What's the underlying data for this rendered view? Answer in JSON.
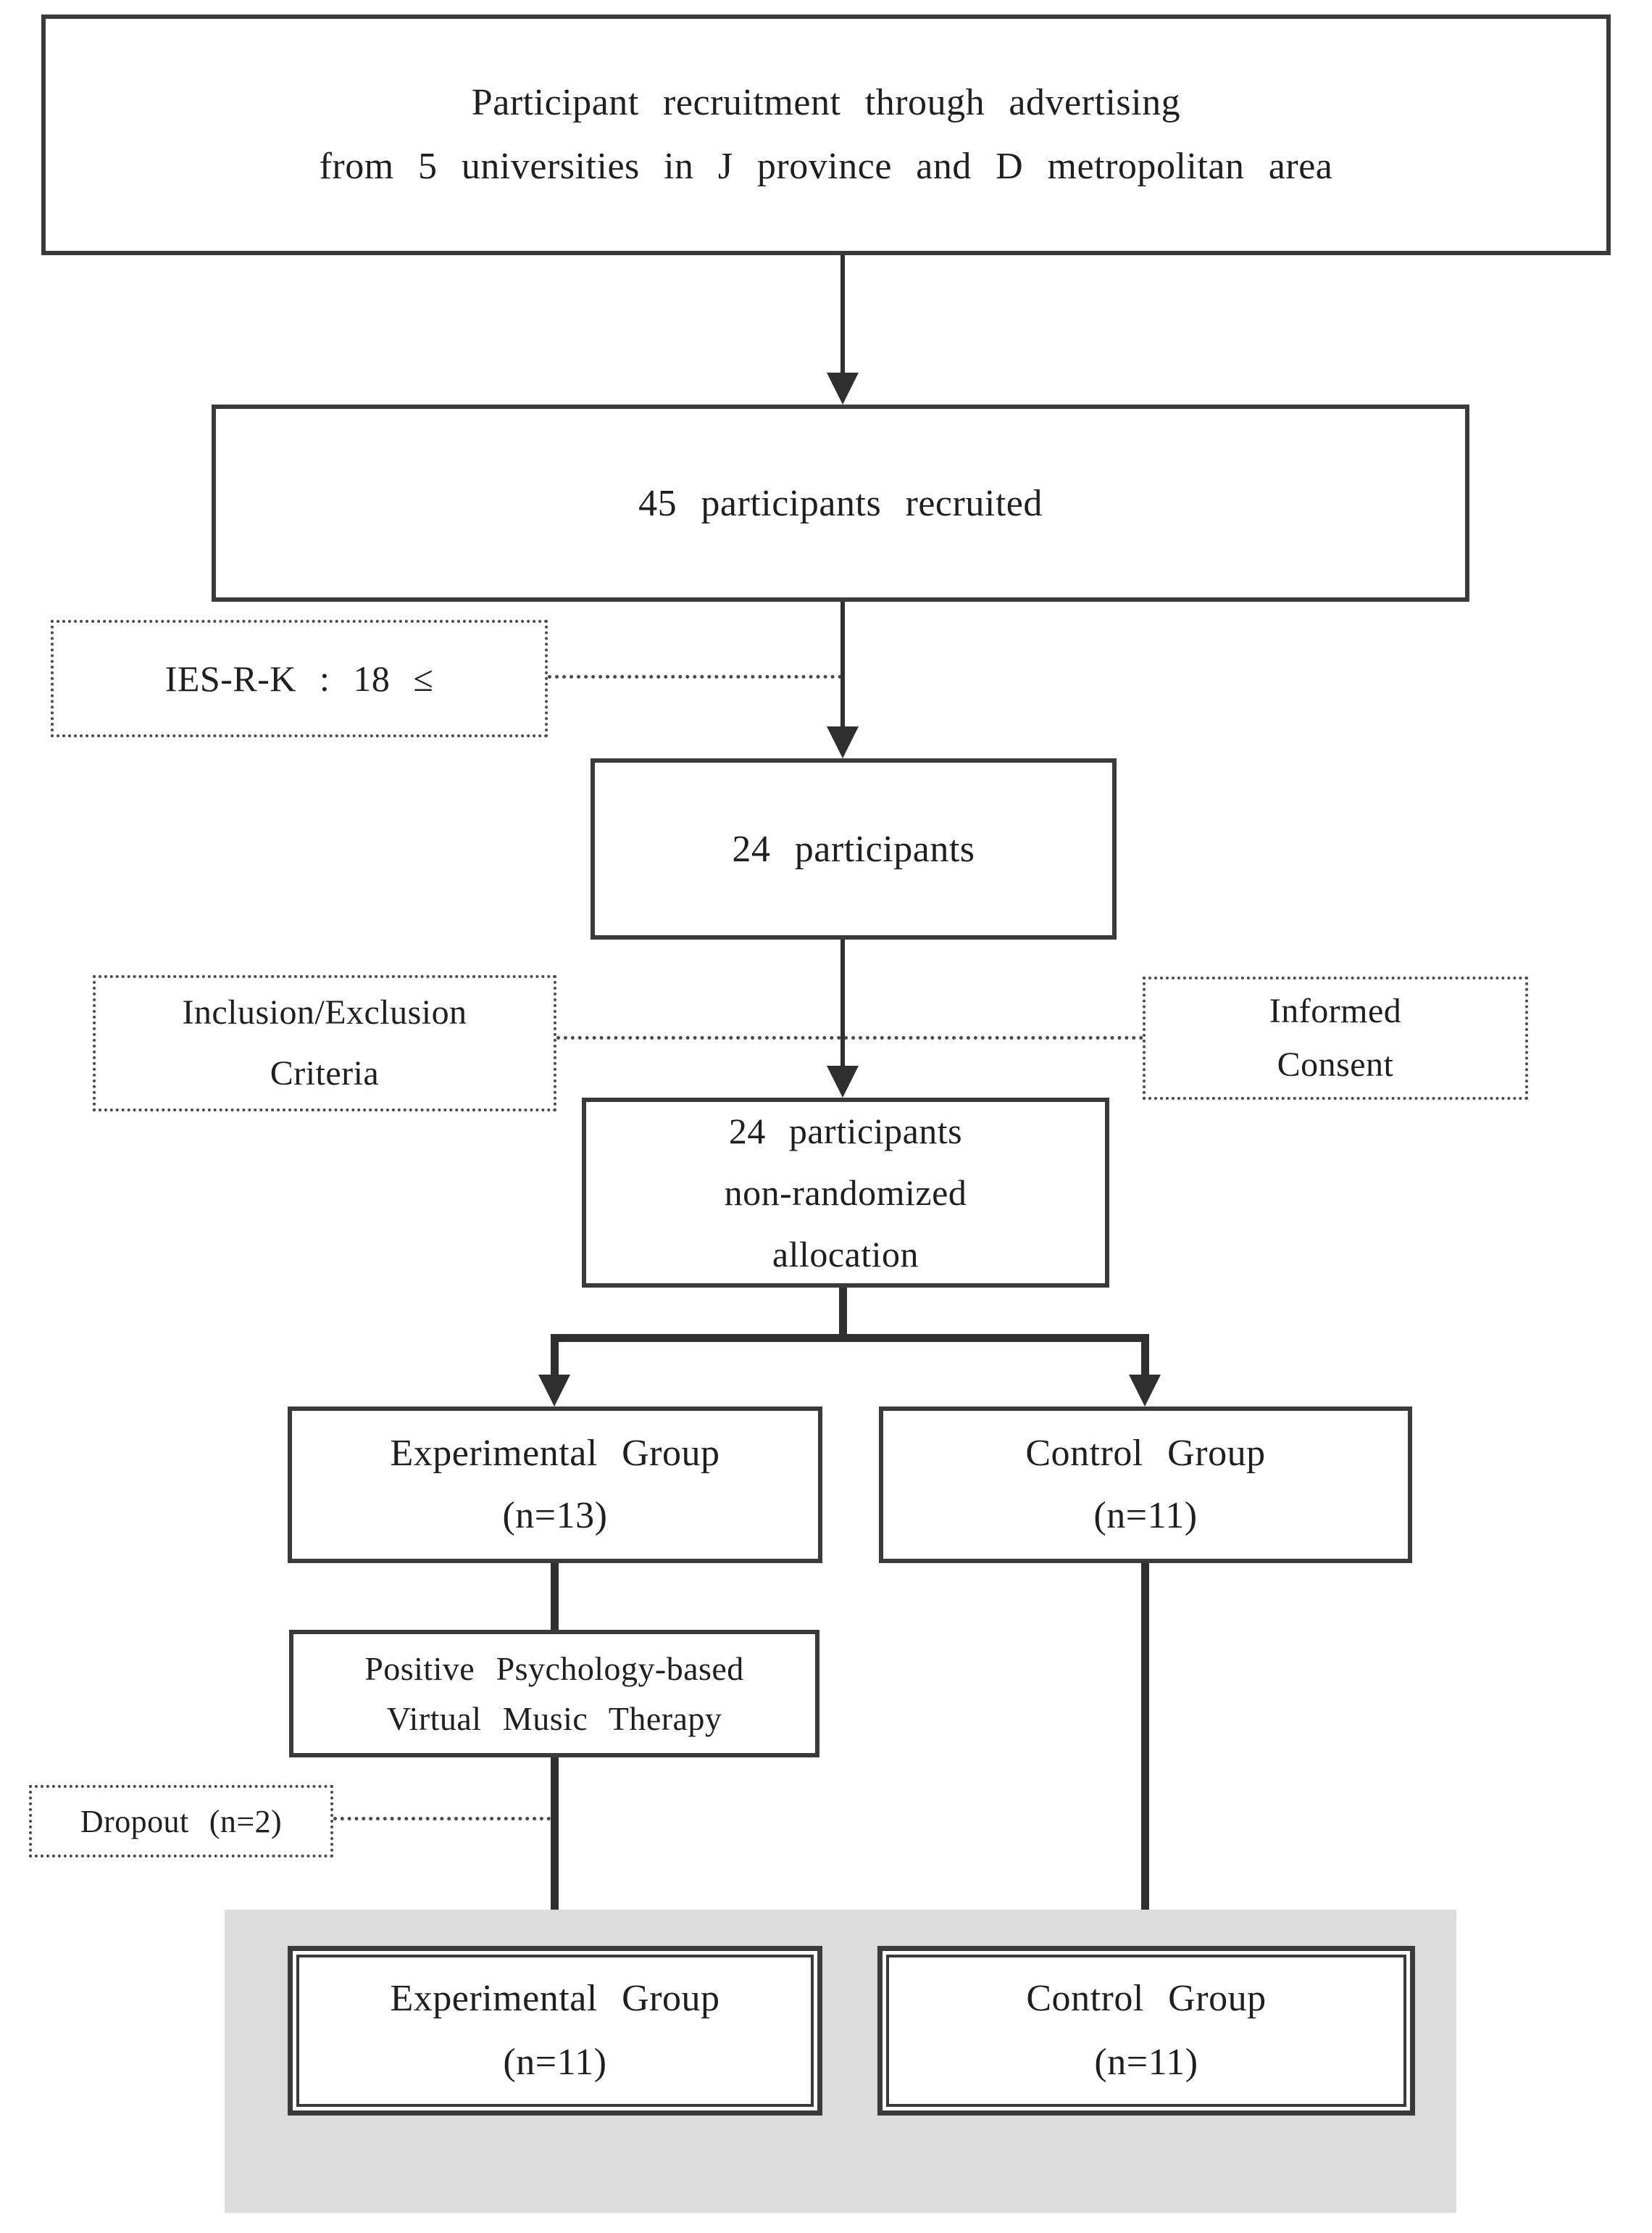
{
  "palette": {
    "bg": "#ffffff",
    "text": "#1f1f1f",
    "line": "#2f2f2f",
    "border": "#3a3a3a",
    "dot": "#4a4a4a",
    "panel": "#dcdcdc"
  },
  "nodes": {
    "recruitment": {
      "line1": "Participant recruitment through advertising",
      "line2": "from 5 universities in J province and D metropolitan area"
    },
    "recruited": {
      "label": "45 participants recruited"
    },
    "ies_criteria": {
      "label": "IES-R-K : 18 ≤"
    },
    "screened": {
      "label": "24 participants"
    },
    "inclusion": {
      "line1": "Inclusion/Exclusion",
      "line2": "Criteria"
    },
    "consent": {
      "line1": "Informed",
      "line2": "Consent"
    },
    "allocation": {
      "line1": "24 participants",
      "line2": "non-randomized",
      "line3": "allocation"
    },
    "experimental": {
      "line1": "Experimental Group",
      "line2": "(n=13)"
    },
    "control": {
      "line1": "Control Group",
      "line2": "(n=11)"
    },
    "therapy": {
      "line1": "Positive Psychology-based",
      "line2": "Virtual Music Therapy"
    },
    "dropout": {
      "label": "Dropout (n=2)"
    },
    "final_experimental": {
      "line1": "Experimental Group",
      "line2": "(n=11)"
    },
    "final_control": {
      "line1": "Control Group",
      "line2": "(n=11)"
    }
  }
}
